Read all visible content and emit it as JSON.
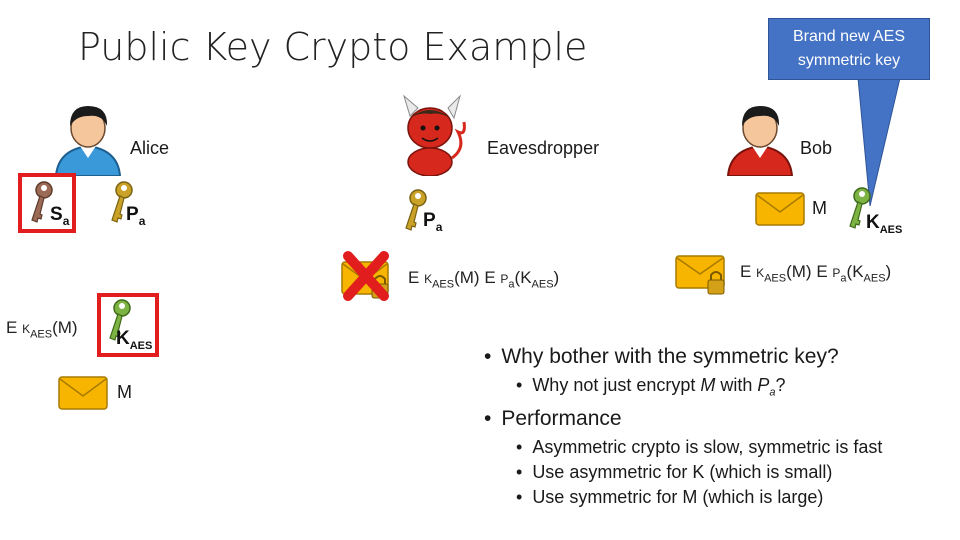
{
  "title": "Public Key Crypto Example",
  "callout": {
    "line1": "Brand new AES",
    "line2": "symmetric key"
  },
  "people": {
    "alice": "Alice",
    "eavesdropper": "Eavesdropper",
    "bob": "Bob"
  },
  "keys": {
    "alice_secret": {
      "main": "S",
      "sub": "a"
    },
    "alice_public": {
      "main": "P",
      "sub": "a"
    },
    "eve_public": {
      "main": "P",
      "sub": "a"
    },
    "bob_kaes": {
      "main": "K",
      "sub": "AES"
    },
    "alice_kaes": {
      "main": "K",
      "sub": "AES"
    }
  },
  "messages": {
    "bob_m": "M",
    "alice_m": "M"
  },
  "formulas": {
    "eve": {
      "e1": "E",
      "k1": "K",
      "s1": "AES",
      "m": "(M) E",
      "p": "P",
      "psub": "a",
      "k2open": "(K",
      "s2": "AES",
      "close": ")"
    },
    "bob": {
      "e1": "E",
      "k1": "K",
      "s1": "AES",
      "m": "(M) E",
      "p": "P",
      "psub": "a",
      "k2open": "(K",
      "s2": "AES",
      "close": ")"
    },
    "alice": {
      "e1": "E",
      "k1": "K",
      "s1": "AES",
      "m": "(M)"
    }
  },
  "bullets": {
    "q": "Why bother with the symmetric key?",
    "q_sub_pre": "Why not just encrypt ",
    "q_sub_m": "M",
    "q_sub_mid": " with ",
    "q_sub_p": "P",
    "q_sub_a": "a",
    "q_sub_end": "?",
    "perf": "Performance",
    "perf_items": [
      "Asymmetric crypto is slow, symmetric is fast",
      "Use asymmetric for K (which is small)",
      "Use symmetric for M (which is large)"
    ]
  },
  "colors": {
    "callout_blue": "#4472c4",
    "highlight_red": "#e11d1d",
    "key_green": "#7cb342",
    "key_brown": "#9c6b55",
    "envelope_yellow": "#f7b500"
  }
}
